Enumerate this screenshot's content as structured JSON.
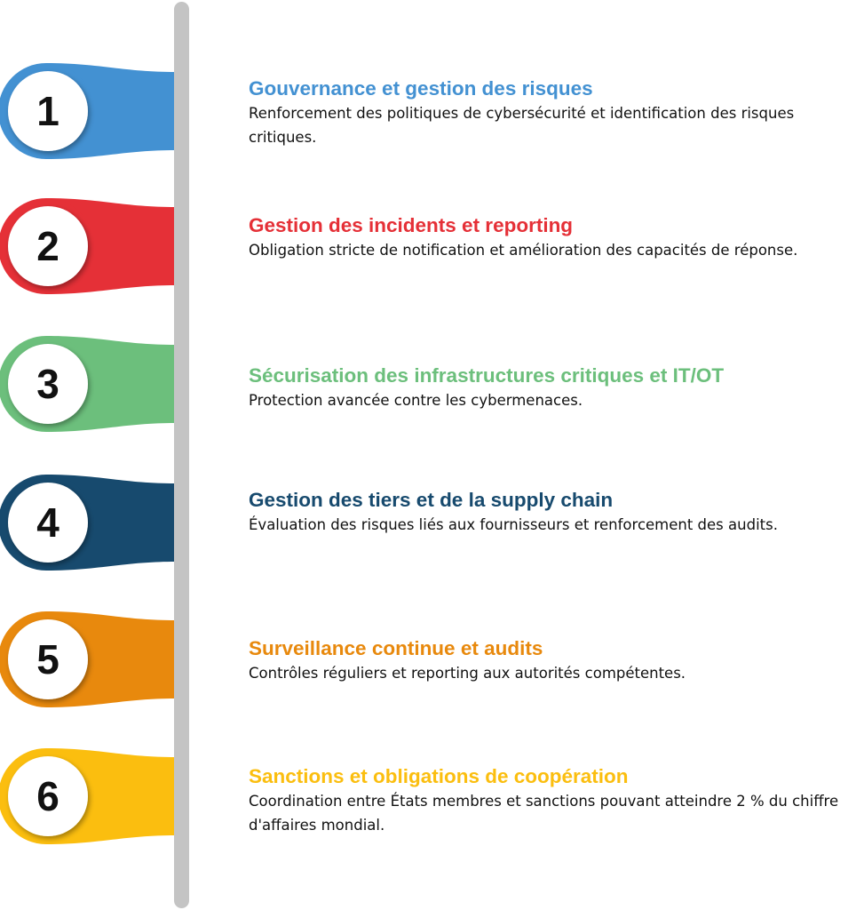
{
  "steps": [
    {
      "number": "1",
      "title": "Gouvernance et gestion des risques",
      "description": "Renforcement des politiques de cybersécurité et identification des risques critiques.",
      "color": "#4391D2"
    },
    {
      "number": "2",
      "title": "Gestion des incidents et reporting",
      "description": "Obligation stricte de notification et amélioration des capacités de réponse.",
      "color": "#E53037"
    },
    {
      "number": "3",
      "title": "Sécurisation des infrastructures critiques et IT/OT",
      "description": "Protection avancée contre les cybermenaces.",
      "color": "#6CBF7C"
    },
    {
      "number": "4",
      "title": "Gestion des tiers et de la supply chain",
      "description": "Évaluation des risques liés aux fournisseurs et renforcement des audits.",
      "color": "#174A6E"
    },
    {
      "number": "5",
      "title": "Surveillance continue et audits",
      "description": "Contrôles réguliers et reporting aux autorités compétentes.",
      "color": "#E8890D"
    },
    {
      "number": "6",
      "title": "Sanctions et obligations de coopération",
      "description": "Coordination entre États membres et sanctions pouvant atteindre 2 % du chiffre d'affaires mondial.",
      "color": "#FBBE0F"
    }
  ]
}
